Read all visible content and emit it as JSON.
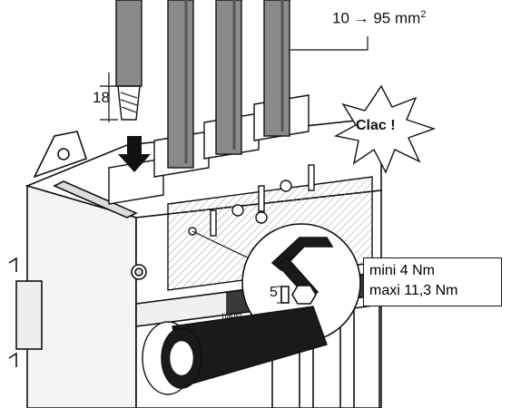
{
  "labels": {
    "cross_section": "10 → 95 mm",
    "cross_section_sup": "2",
    "strip_length": "18",
    "click_sound": "Clac !",
    "torque_min": "mini 4 Nm",
    "torque_max": "maxi 11,3 Nm",
    "hex_key_size": "5"
  },
  "brand_text": "hager",
  "icons": [
    "push-arrow-icon",
    "hex-key-icon",
    "hex-socket-icon",
    "starburst-icon"
  ],
  "colors": {
    "line": "#111111",
    "cable": "#8a8a8a",
    "cable_dark": "#555555",
    "handle": "#1a1a1a",
    "paper": "#ffffff"
  }
}
